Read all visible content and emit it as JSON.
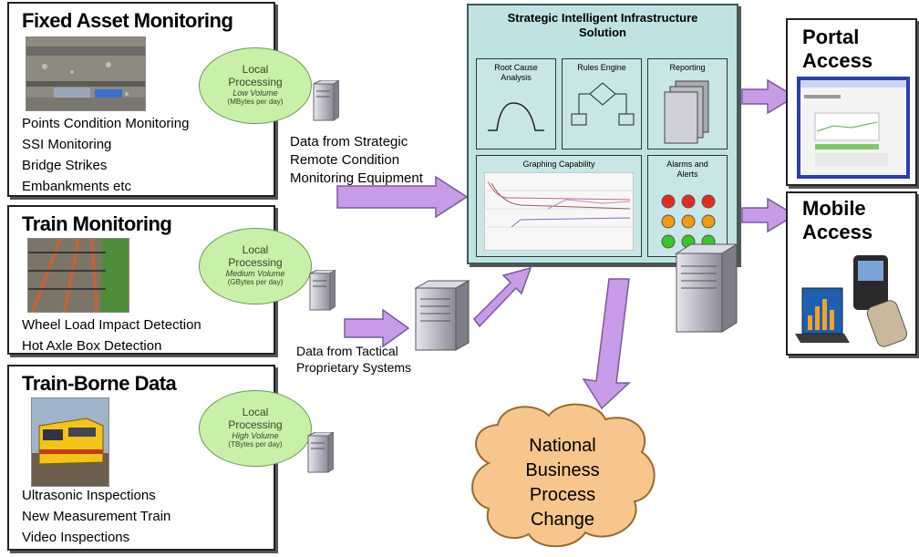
{
  "panels": {
    "fixed_asset": {
      "title": "Fixed Asset Monitoring",
      "bullets": [
        "Points Condition Monitoring",
        "SSI Monitoring",
        "Bridge Strikes",
        "Embankments etc"
      ],
      "processing": {
        "line1": "Local",
        "line2": "Processing",
        "volume": "Low Volume",
        "unit": "(MBytes per day)"
      }
    },
    "train_monitoring": {
      "title": "Train Monitoring",
      "bullets": [
        "Wheel Load Impact Detection",
        "Hot Axle Box Detection"
      ],
      "processing": {
        "line1": "Local",
        "line2": "Processing",
        "volume": "Medium Volume",
        "unit": "(GBytes per day)"
      }
    },
    "train_borne": {
      "title": "Train-Borne Data",
      "bullets": [
        "Ultrasonic Inspections",
        "New Measurement Train",
        "Video Inspections"
      ],
      "processing": {
        "line1": "Local",
        "line2": "Processing",
        "volume": "High Volume",
        "unit": "(TBytes per day)"
      }
    }
  },
  "flows": {
    "strategic": [
      "Data from Strategic",
      "Remote Condition",
      "Monitoring Equipment"
    ],
    "tactical": [
      "Data from Tactical",
      "Proprietary Systems"
    ]
  },
  "solution": {
    "title_line1": "Strategic Intelligent Infrastructure",
    "title_line2": "Solution",
    "modules": {
      "root_cause": [
        "Root Cause",
        "Analysis"
      ],
      "rules_engine": "Rules Engine",
      "reporting": "Reporting",
      "graphing": "Graphing Capability",
      "alarms": [
        "Alarms and",
        "Alerts"
      ]
    }
  },
  "access": {
    "portal": [
      "Portal",
      "Access"
    ],
    "mobile": [
      "Mobile",
      "Access"
    ]
  },
  "cloud": [
    "National",
    "Business",
    "Process",
    "Change"
  ],
  "colors": {
    "arrow": "#c79be8",
    "ellipse": "#c9f0a8",
    "solution_bg": "#bfe3e3",
    "cloud": "#f7c68c"
  }
}
